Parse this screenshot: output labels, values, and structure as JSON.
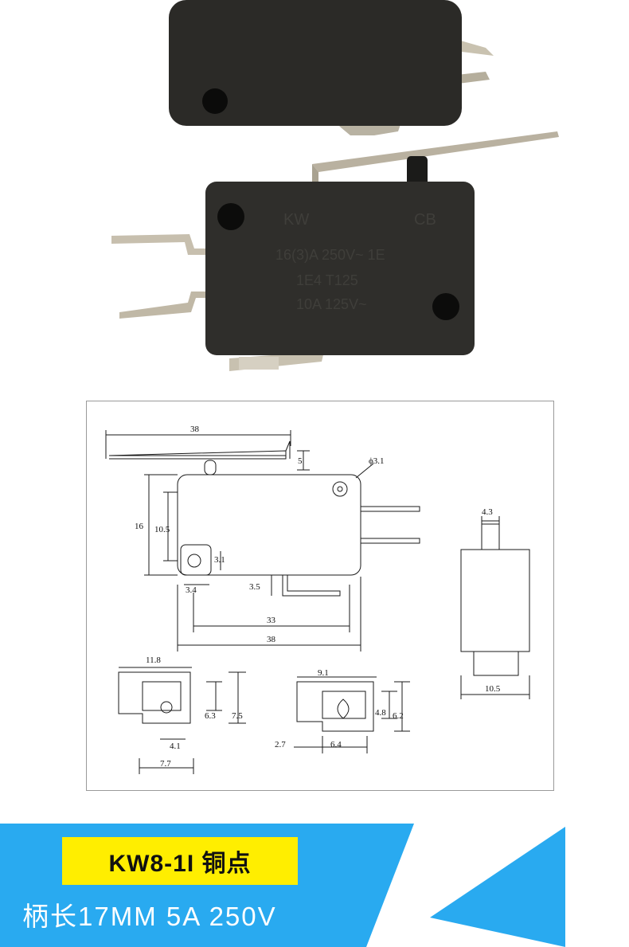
{
  "product_photo": {
    "switch_marking": {
      "brand": "KW",
      "rating_1": "16(3)A 250V~ 1E",
      "rating_2": "1E4 T125",
      "rating_3": "10A 125V~",
      "cert_mark": "CB"
    }
  },
  "dimension_drawing": {
    "main_view": {
      "overall_length_top": "38",
      "lever_height": "5",
      "mount_hole_dia": "ϕ3.1",
      "body_height": "16",
      "hole_spacing_v": "10.5",
      "hole_size": "3.1",
      "hole_offset": "3.4",
      "terminal_offset": "3.5",
      "hole_spacing_h": "33",
      "body_length": "38"
    },
    "side_view": {
      "plunger_width": "4.3",
      "body_width": "10.5"
    },
    "terminal_a": {
      "length": "11.8",
      "height_inner": "6.3",
      "height_outer": "7.5",
      "hole_offset": "4.1",
      "tab_length": "7.7"
    },
    "terminal_b": {
      "length": "9.1",
      "hole_height": "4.8",
      "height": "6.2",
      "offset": "2.7",
      "tab_length": "6.4"
    }
  },
  "banner": {
    "model": "KW8-1I 铜点",
    "spec": "柄长17MM 5A 250V",
    "colors": {
      "blue": "#29aaf0",
      "yellow": "#ffee00",
      "text": "#ffffff"
    }
  }
}
